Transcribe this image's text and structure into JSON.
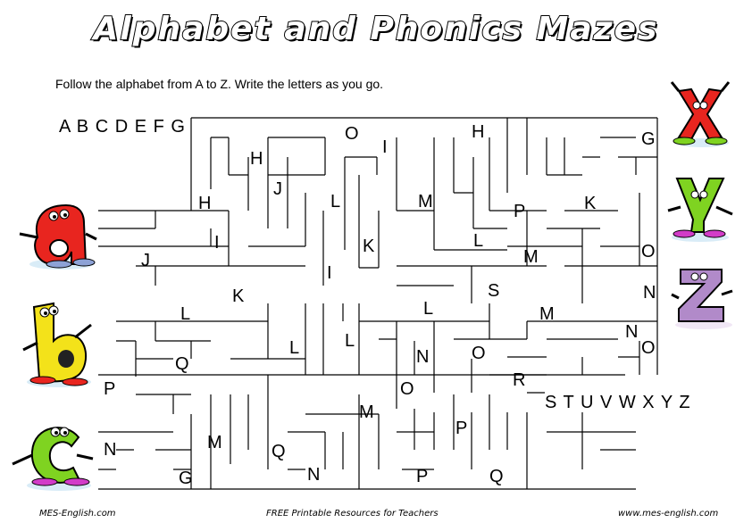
{
  "title": "Alphabet and Phonics Mazes",
  "instructions": "Follow the alphabet from A to Z.    Write the letters as you go.",
  "sequence_start": "A B C D E F G",
  "sequence_end": "S T U V W X Y Z",
  "footer": {
    "left": "MES-English.com",
    "center": "FREE Printable Resources for Teachers",
    "right": "www.mes-english.com"
  },
  "maze_letters": [
    "O",
    "I",
    "H",
    "H",
    "J",
    "L",
    "M",
    "P",
    "K",
    "H",
    "I",
    "K",
    "L",
    "M",
    "O",
    "J",
    "I",
    "K",
    "S",
    "N",
    "L",
    "L",
    "M",
    "N",
    "L",
    "L",
    "O",
    "Q",
    "N",
    "O",
    "R",
    "O",
    "P",
    "M",
    "P",
    "N",
    "M",
    "Q",
    "N",
    "P",
    "Q",
    "G",
    "G"
  ],
  "mascots": [
    "a",
    "b",
    "c",
    "x",
    "y",
    "z"
  ],
  "colors": {
    "a": "#e8251f",
    "b": "#f3e21a",
    "c": "#7fd321",
    "x": "#e8251f",
    "y": "#7fd321",
    "z": "#b18ac9"
  }
}
